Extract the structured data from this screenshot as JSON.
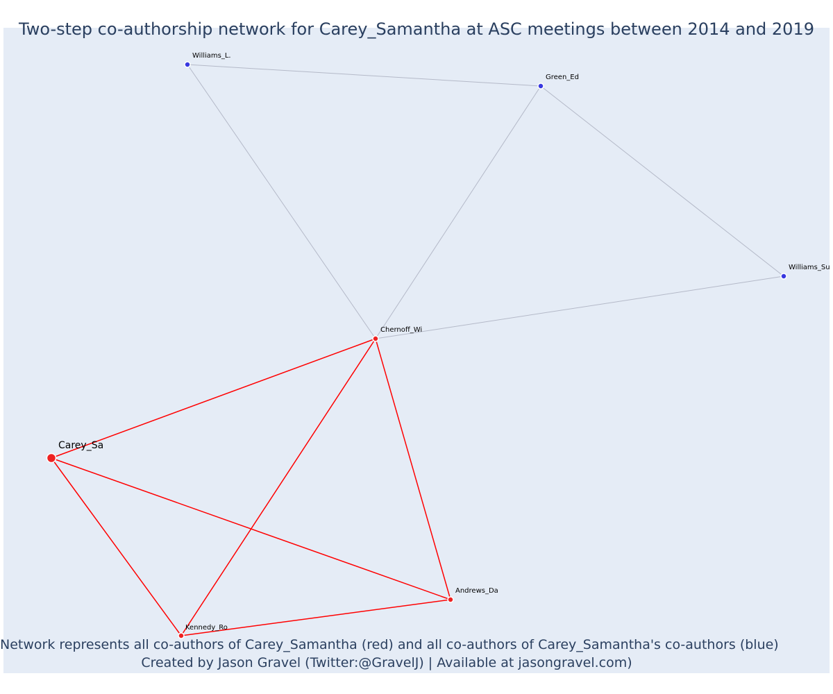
{
  "title": "Two-step co-authorship network for Carey_Samantha at ASC meetings between 2014 and 2019",
  "caption": {
    "line1": "Network represents all co-authors of Carey_Samantha (red) and all co-authors of Carey_Samantha's co-authors (blue)",
    "line2": "Created by Jason Gravel (Twitter:@GravelJ) | Available at jasongravel.com)"
  },
  "colors": {
    "background": "#e5ecf6",
    "direct_edge": "#ff0000",
    "indirect_edge": "#b4b9c8",
    "direct_node": "#ee2222",
    "indirect_node": "#3838e0",
    "text": "#2a3f5f"
  },
  "nodes": [
    {
      "id": "carey",
      "label": "Carey_Sa",
      "group": "ego"
    },
    {
      "id": "chernoff",
      "label": "Chernoff_Wi",
      "group": "direct"
    },
    {
      "id": "kennedy",
      "label": "Kennedy_Ro",
      "group": "direct"
    },
    {
      "id": "andrews",
      "label": "Andrews_Da",
      "group": "direct"
    },
    {
      "id": "williamsl",
      "label": "Williams_L.",
      "group": "indirect"
    },
    {
      "id": "greened",
      "label": "Green_Ed",
      "group": "indirect"
    },
    {
      "id": "williamssu",
      "label": "Williams_Su",
      "group": "indirect"
    }
  ],
  "edges": [
    {
      "source": "carey",
      "target": "chernoff",
      "type": "direct"
    },
    {
      "source": "carey",
      "target": "kennedy",
      "type": "direct"
    },
    {
      "source": "carey",
      "target": "andrews",
      "type": "direct"
    },
    {
      "source": "chernoff",
      "target": "kennedy",
      "type": "direct"
    },
    {
      "source": "chernoff",
      "target": "andrews",
      "type": "direct"
    },
    {
      "source": "kennedy",
      "target": "andrews",
      "type": "direct"
    },
    {
      "source": "chernoff",
      "target": "williamsl",
      "type": "indirect"
    },
    {
      "source": "chernoff",
      "target": "greened",
      "type": "indirect"
    },
    {
      "source": "chernoff",
      "target": "williamssu",
      "type": "indirect"
    },
    {
      "source": "williamsl",
      "target": "greened",
      "type": "indirect"
    },
    {
      "source": "greened",
      "target": "williamssu",
      "type": "indirect"
    }
  ]
}
